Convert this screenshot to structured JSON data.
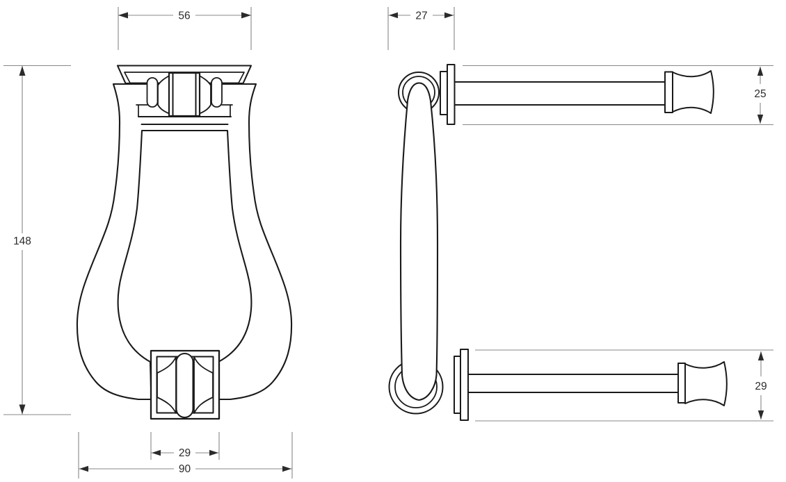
{
  "drawing": {
    "type": "technical-orthographic-drawing",
    "subject": "door knocker with threaded fixing bolts",
    "views": [
      {
        "id": "front",
        "name": "front elevation"
      },
      {
        "id": "side",
        "name": "side elevation"
      }
    ],
    "dimensions": {
      "front_top_width": "56",
      "front_overall_height": "148",
      "front_striker_width": "29",
      "front_overall_width": "90",
      "side_projection_depth": "27",
      "side_top_fixing_height": "25",
      "side_bottom_fixing_height": "29"
    },
    "colors": {
      "outline": "#1a1a1a",
      "dimension_lines": "#878787",
      "dimension_text": "#2b2b2b",
      "background": "#ffffff"
    }
  }
}
